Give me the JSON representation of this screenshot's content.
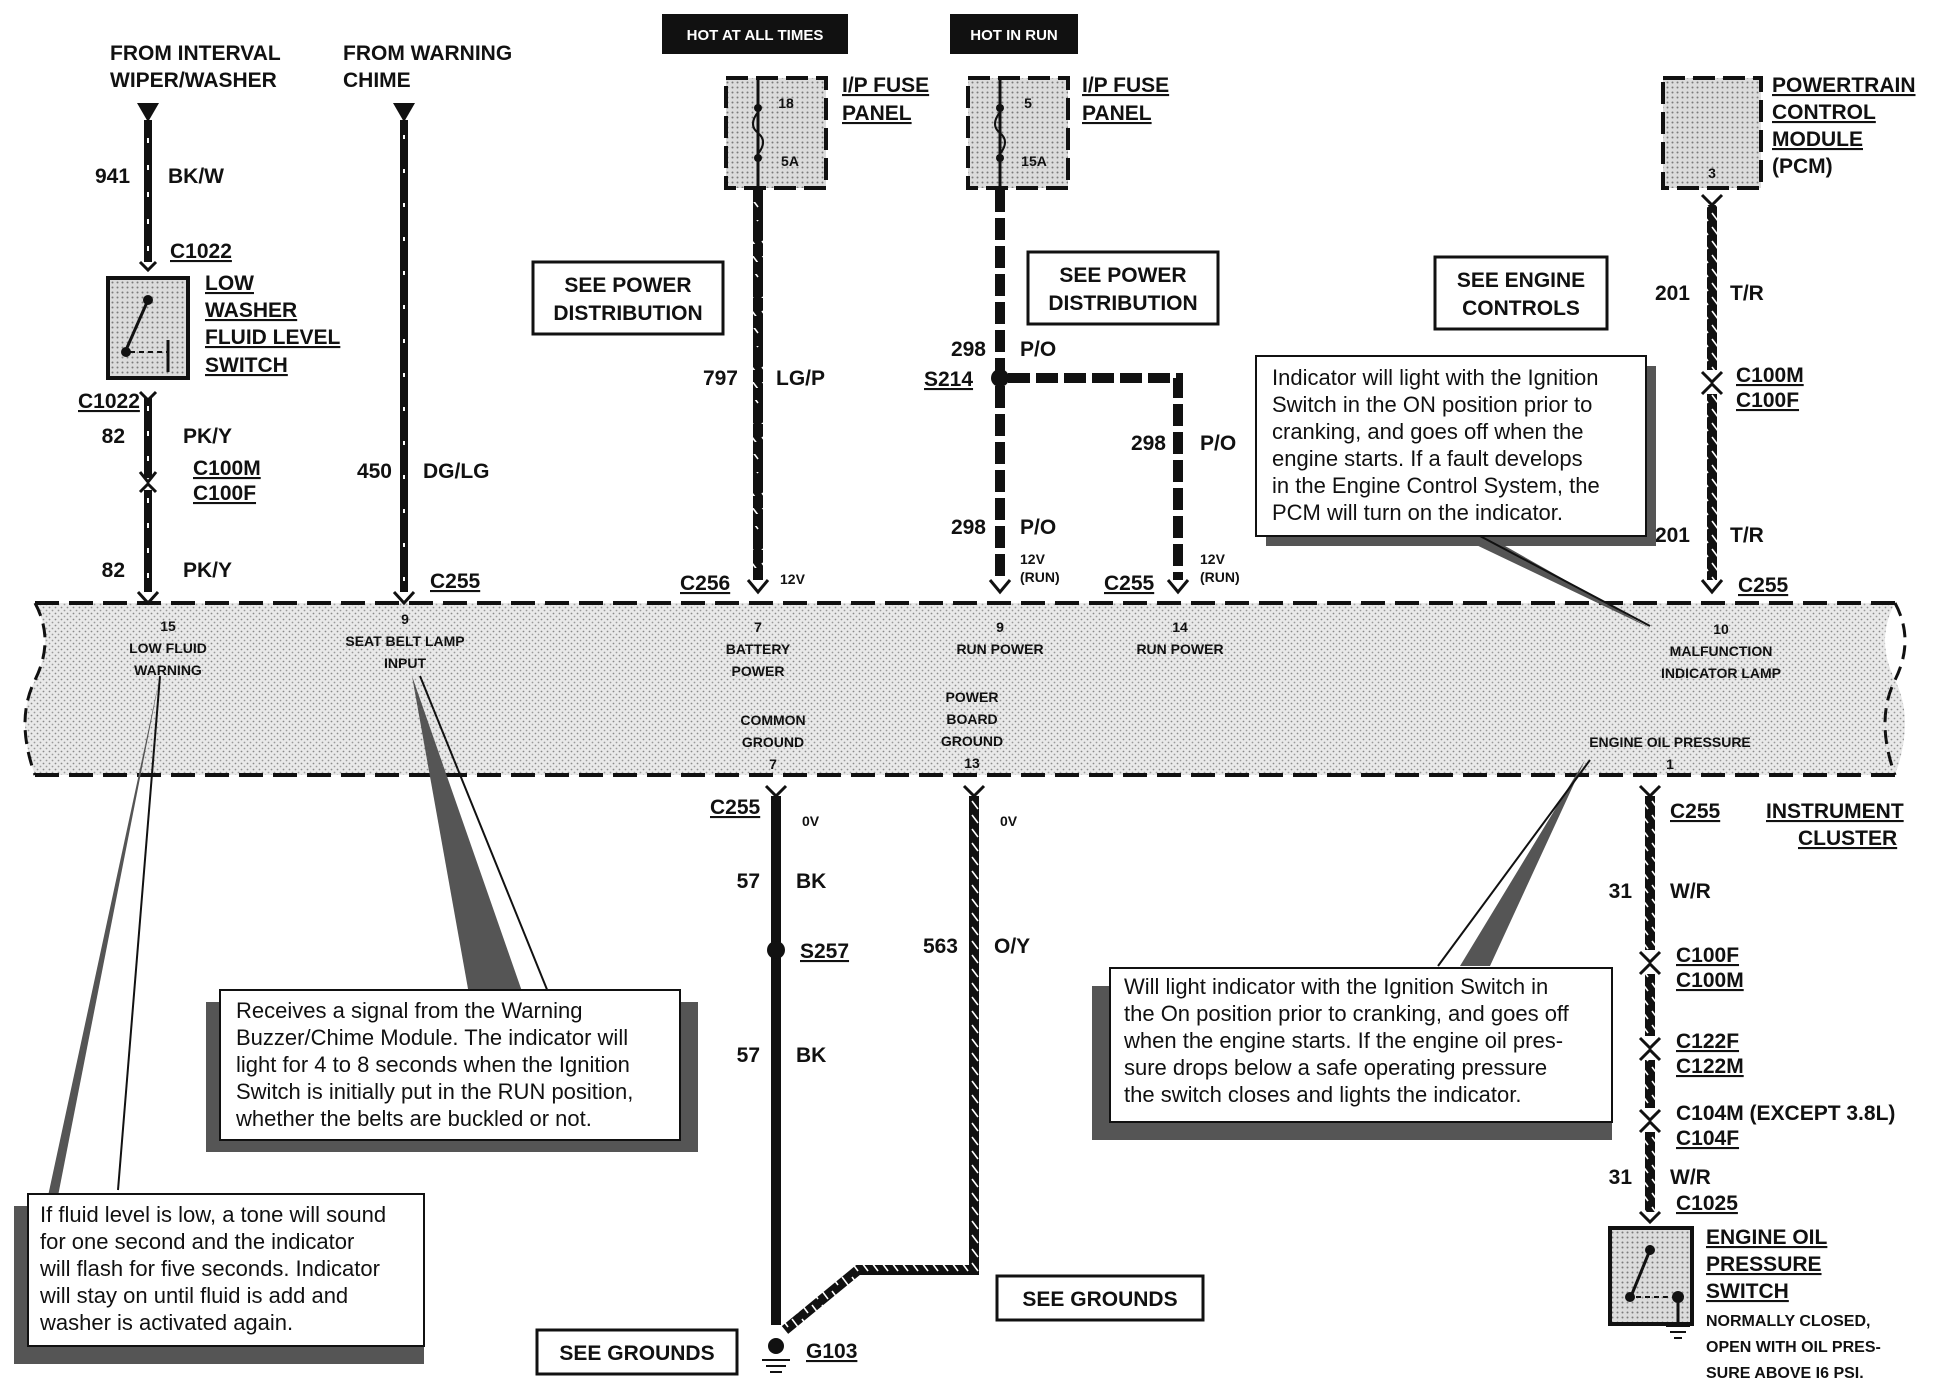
{
  "sources": {
    "interval_wiper": [
      "FROM INTERVAL",
      "WIPER/WASHER"
    ],
    "warning_chime": [
      "FROM WARNING",
      "CHIME"
    ]
  },
  "hot_labels": {
    "all_times": "HOT AT ALL TIMES",
    "in_run": "HOT IN RUN"
  },
  "fuses": {
    "f18": {
      "number": "18",
      "rating": "5A",
      "label": [
        "I/P FUSE",
        "PANEL"
      ]
    },
    "f5": {
      "number": "5",
      "rating": "15A",
      "label": [
        "I/P FUSE",
        "PANEL"
      ]
    }
  },
  "pcm": {
    "label": [
      "POWERTRAIN",
      "CONTROL",
      "MODULE",
      "(PCM)"
    ],
    "pin": "3"
  },
  "see_boxes": {
    "power_left": [
      "SEE POWER",
      "DISTRIBUTION"
    ],
    "power_right": [
      "SEE POWER",
      "DISTRIBUTION"
    ],
    "engine": [
      "SEE ENGINE",
      "CONTROLS"
    ],
    "grounds_left": "SEE GROUNDS",
    "grounds_right": "SEE GROUNDS"
  },
  "switches": {
    "washer": [
      "LOW",
      "WASHER",
      "FLUID LEVEL",
      "SWITCH"
    ],
    "oil": [
      "ENGINE OIL",
      "PRESSURE",
      "SWITCH"
    ],
    "oil_spec": [
      "NORMALLY CLOSED,",
      "OPEN WITH OIL PRES-",
      "SURE ABOVE I6 PSI."
    ]
  },
  "wire_labels": {
    "w941": "941",
    "bkw": "BK/W",
    "w82a": "82",
    "pky_a": "PK/Y",
    "w82b": "82",
    "pky_b": "PK/Y",
    "w450": "450",
    "dglg": "DG/LG",
    "w797": "797",
    "lgp": "LG/P",
    "w298a": "298",
    "po_a": "P/O",
    "w298b": "298",
    "po_b": "P/O",
    "w298c": "298",
    "po_c": "P/O",
    "w201a": "201",
    "tr_a": "T/R",
    "w201b": "201",
    "tr_b": "T/R",
    "w57a": "57",
    "bk_a": "BK",
    "w57b": "57",
    "bk_b": "BK",
    "w563": "563",
    "oy": "O/Y",
    "w31a": "31",
    "wr_a": "W/R",
    "w31b": "31",
    "wr_b": "W/R"
  },
  "connectors": {
    "c1022_top": "C1022",
    "c1022_bot": "C1022",
    "c100m_l": "C100M",
    "c100f_l": "C100F",
    "c255_a": "C255",
    "c256": "C256",
    "s214": "S214",
    "c255_b": "C255",
    "c100m_r": "C100M",
    "c100f_r": "C100F",
    "c255_c": "C255",
    "c255_d": "C255",
    "s257": "S257",
    "g103": "G103",
    "c255_e": "C255",
    "c100f_b": "C100F",
    "c100m_b": "C100M",
    "c122f": "C122F",
    "c122m": "C122M",
    "c104m": "C104M (EXCEPT 3.8L)",
    "c104f": "C104F",
    "c1025": "C1025"
  },
  "voltages": {
    "v12_a": "12V",
    "v12run_a": [
      "12V",
      "(RUN)"
    ],
    "v12run_b": [
      "12V",
      "(RUN)"
    ],
    "v0_a": "0V",
    "v0_b": "0V"
  },
  "cluster": {
    "title": [
      "INSTRUMENT",
      "CLUSTER"
    ],
    "pins": {
      "p15": [
        "15",
        "LOW FLUID",
        "WARNING"
      ],
      "p9a": [
        "9",
        "SEAT BELT LAMP",
        "INPUT"
      ],
      "p7a": [
        "7",
        "BATTERY",
        "POWER"
      ],
      "p9b": [
        "9",
        "RUN POWER"
      ],
      "p14": [
        "14",
        "RUN POWER"
      ],
      "p10": [
        "10",
        "MALFUNCTION",
        "INDICATOR LAMP"
      ],
      "p7b": [
        "COMMON",
        "GROUND",
        "7"
      ],
      "p13": [
        "POWER",
        "BOARD",
        "GROUND",
        "13"
      ],
      "p1": [
        "ENGINE  OIL PRESSURE",
        "1"
      ]
    }
  },
  "notes": {
    "mil": [
      "Indicator will light with the Ignition",
      "Switch in the ON position prior to",
      "cranking, and goes off when the",
      "engine starts.  If a fault develops",
      "in the Engine Control System, the",
      "PCM will turn on the indicator."
    ],
    "seatbelt": [
      "Receives a signal from the Warning",
      "Buzzer/Chime Module. The indicator will",
      "light for 4 to 8 seconds when the Ignition",
      "Switch is initially put in the RUN position,",
      "whether the belts are buckled or not."
    ],
    "oil": [
      "Will light indicator with the Ignition Switch in",
      "the On position prior to cranking, and goes off",
      "when the engine starts.  If the engine oil pres-",
      "sure drops below a safe operating pressure",
      "the switch closes and lights the indicator."
    ],
    "fluid": [
      "If fluid level is low, a tone will sound",
      "for one second and the indicator",
      "will flash for five seconds. Indicator",
      "will stay on until fluid is add and",
      "washer is activated again."
    ]
  }
}
